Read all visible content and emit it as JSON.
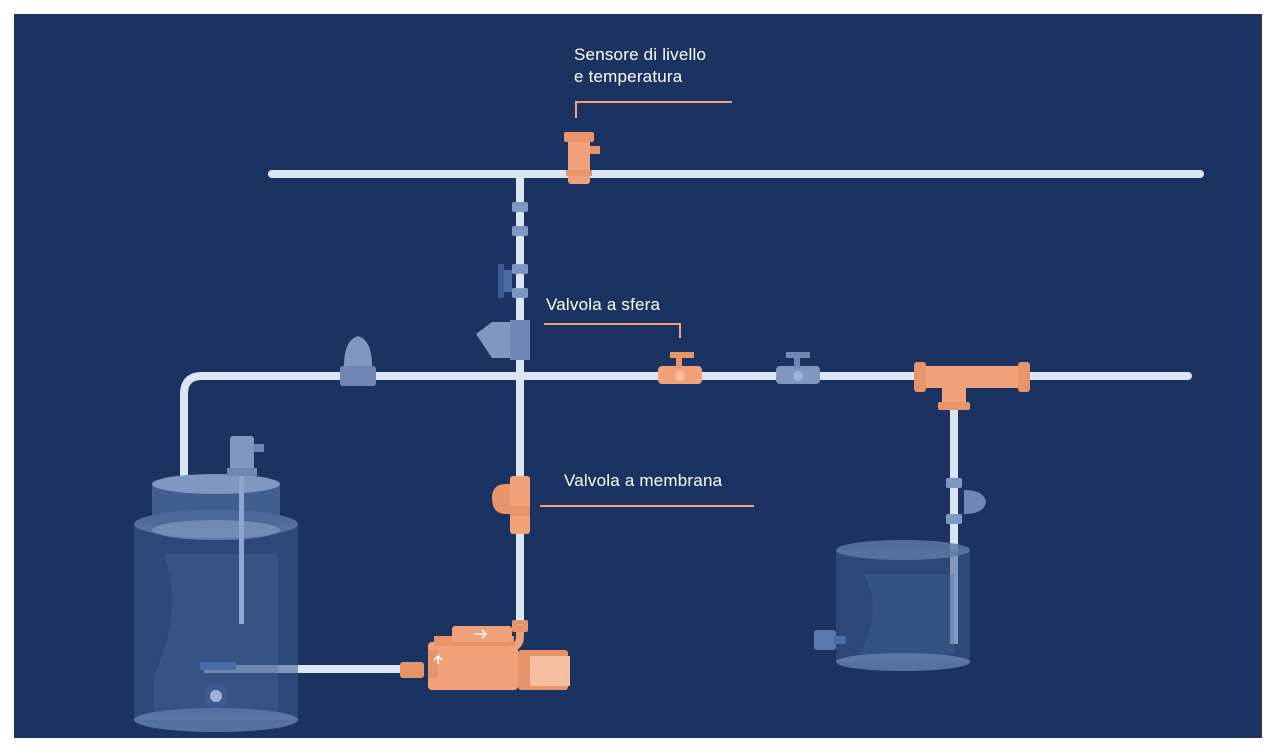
{
  "colors": {
    "background": "#1a3360",
    "pipe": "#dbe6f5",
    "accent_orange": "#f2a27a",
    "component_blue": "#7f98c2",
    "label_line": "#f2a27a"
  },
  "labels": {
    "level_sensor": "Sensore di livello\ne temperatura",
    "ball_valve": "Valvola a sfera",
    "diaphragm_valve": "Valvola a membrana"
  }
}
